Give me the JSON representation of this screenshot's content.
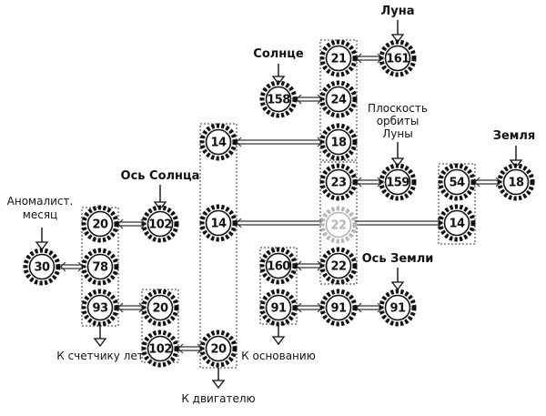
{
  "gears": [
    {
      "id": "g30",
      "label": "30"
    },
    {
      "id": "g20a",
      "label": "20"
    },
    {
      "id": "g78",
      "label": "78"
    },
    {
      "id": "g93",
      "label": "93"
    },
    {
      "id": "g102a",
      "label": "102"
    },
    {
      "id": "g20b",
      "label": "20"
    },
    {
      "id": "g102b",
      "label": "102"
    },
    {
      "id": "g14a",
      "label": "14"
    },
    {
      "id": "g14b",
      "label": "14"
    },
    {
      "id": "g20c",
      "label": "20"
    },
    {
      "id": "g158",
      "label": "158"
    },
    {
      "id": "g21",
      "label": "21"
    },
    {
      "id": "g24",
      "label": "24"
    },
    {
      "id": "g18a",
      "label": "18"
    },
    {
      "id": "g23",
      "label": "23"
    },
    {
      "id": "g22a",
      "label": "22",
      "ghost": true
    },
    {
      "id": "g22b",
      "label": "22"
    },
    {
      "id": "g160",
      "label": "160"
    },
    {
      "id": "g91a",
      "label": "91"
    },
    {
      "id": "g91b",
      "label": "91"
    },
    {
      "id": "g91c",
      "label": "91"
    },
    {
      "id": "g161",
      "label": "161"
    },
    {
      "id": "g159",
      "label": "159"
    },
    {
      "id": "g54",
      "label": "54"
    },
    {
      "id": "g14c",
      "label": "14"
    },
    {
      "id": "g18b",
      "label": "18"
    }
  ],
  "labels": {
    "anomalistic_month_line1": "Аномалист.",
    "anomalistic_month_line2": "месяц",
    "sun_axis": "Ось Солнца",
    "sun": "Солнце",
    "moon": "Луна",
    "moon_orbit_line1": "Плоскость",
    "moon_orbit_line2": "орбиты",
    "moon_orbit_line3": "Луны",
    "earth": "Земля",
    "earth_axis": "Ось Земли",
    "to_year_counter": "К счетчику лет",
    "to_motor": "К двигателю",
    "to_base": "К основанию"
  }
}
